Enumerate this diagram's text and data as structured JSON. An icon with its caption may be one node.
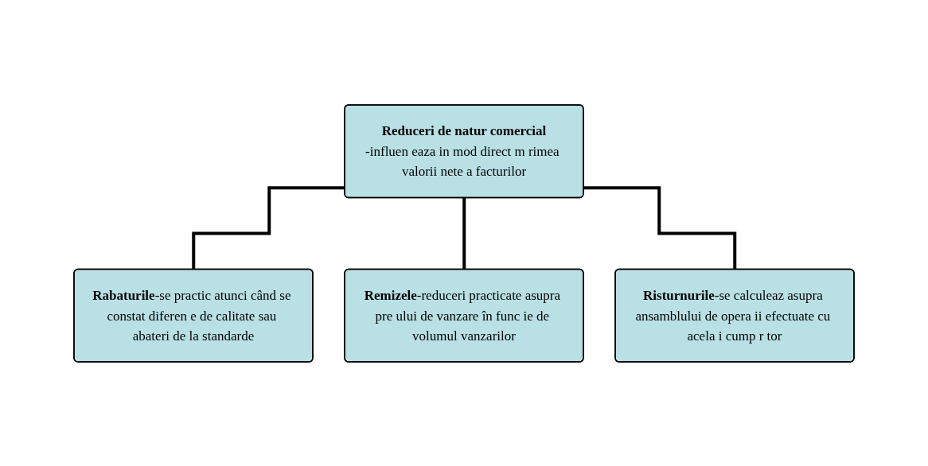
{
  "diagram": {
    "nodes": [
      {
        "text": [
          "Reduceri de natur comercial",
          "-influen eaza in mod direct m rimea valorii nete a facturilor"
        ]
      },
      {
        "text": [
          "**Rabaturile**-se practic atunci când se constat diferen e de calitate sau abateri de la standarde"
        ]
      },
      {
        "text": [
          "**Remizele**-reduceri practicate asupra pre ului de vanzare în func ie de volumul vanzarilor"
        ]
      },
      {
        "text": [
          "**Risturnurile**-se calculeaz asupra ansamblului de opera ii efectuate cu acela i cump r tor"
        ]
      }
    ],
    "edges": [
      {
        "from": 0,
        "to": 1,
        "arrow": "none"
      },
      {
        "from": 0,
        "to": 2,
        "arrow": "none"
      },
      {
        "from": 0,
        "to": 3,
        "arrow": "none"
      }
    ]
  }
}
